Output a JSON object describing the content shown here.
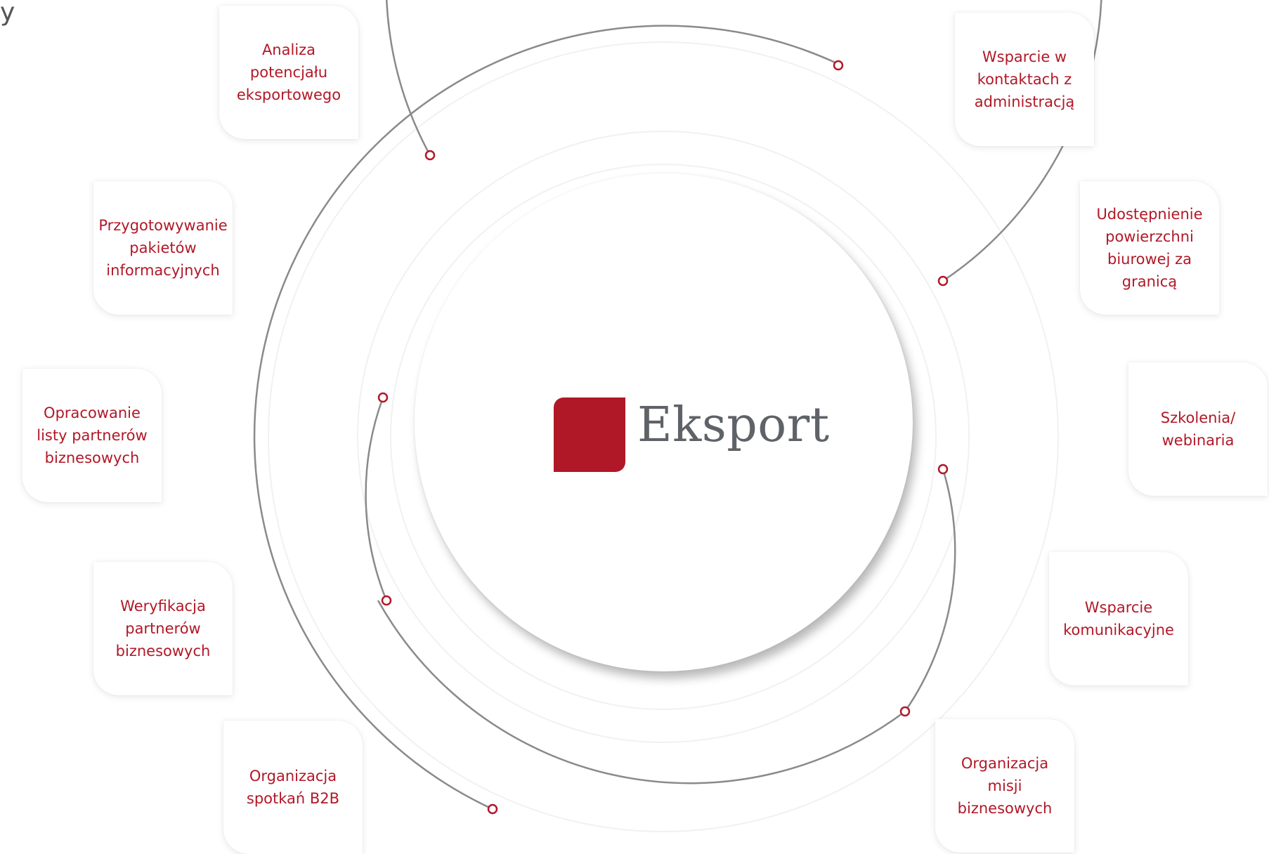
{
  "corner_glyph": "y",
  "logo": {
    "text": "Eksport",
    "color": "#b11827",
    "text_color": "#5f6368"
  },
  "accent_color": "#b11827",
  "services": [
    {
      "id": "analiza",
      "label": "Analiza\npotencjału\neksportowego"
    },
    {
      "id": "wsparcie-kontakty",
      "label": "Wsparcie w\nkontaktach z\nadministracją"
    },
    {
      "id": "przygotowywanie",
      "label": "Przygotowywanie\npakietów\ninformacyjnych"
    },
    {
      "id": "udostepnienie",
      "label": "Udostępnienie\npowierzchni\nbiurowej za\ngranicą"
    },
    {
      "id": "opracowanie",
      "label": "Opracowanie\nlisty partnerów\nbiznesowych"
    },
    {
      "id": "szkolenia",
      "label": "Szkolenia/\nwebinaria"
    },
    {
      "id": "weryfikacja",
      "label": "Weryfikacja\npartnerów\nbiznesowych"
    },
    {
      "id": "wsparcie-komunikacyjne",
      "label": "Wsparcie\nkomunikacyjne"
    },
    {
      "id": "spotkania",
      "label": "Organizacja\nspotkań B2B"
    },
    {
      "id": "misje",
      "label": "Organizacja\nmisji\nbiznesowych"
    }
  ]
}
